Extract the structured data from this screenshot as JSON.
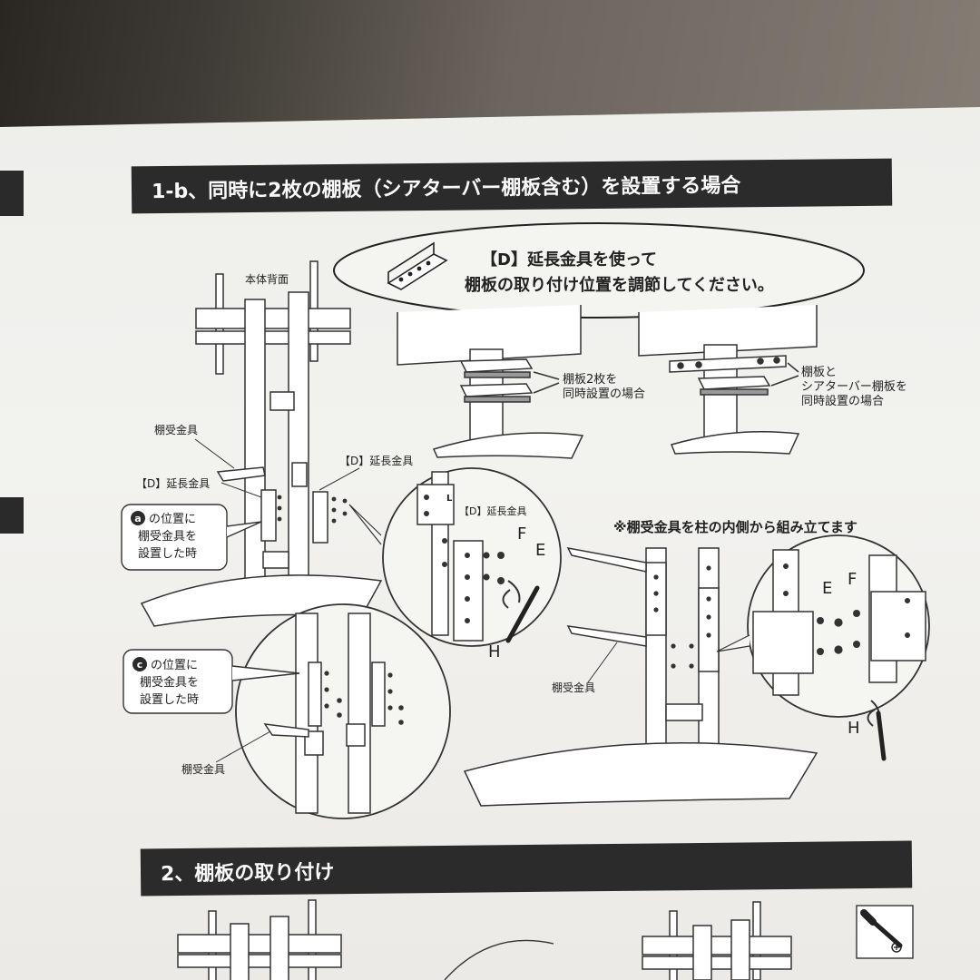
{
  "section_1b": {
    "title": "1-b、同時に2枚の棚板（シアターバー棚板含む）を設置する場合"
  },
  "callout": {
    "line1": "【D】延長金具を使って",
    "line2": "棚板の取り付け位置を調節してください。"
  },
  "labels": {
    "body_back": "本体背面",
    "shelf_bracket": "棚受金具",
    "extension_d": "【D】延長金具",
    "pos_a_marker": "a",
    "pos_a_line1": "の位置に",
    "pos_a_line2": "棚受金具を",
    "pos_a_line3": "設置した時",
    "pos_c_marker": "c",
    "pos_c_line1": "の位置に",
    "pos_c_line2": "棚受金具を",
    "pos_c_line3": "設置した時",
    "two_shelves_line1": "棚板2枚を",
    "two_shelves_line2": "同時設置の場合",
    "theater_line1": "棚板と",
    "theater_line2": "シアターバー棚板を",
    "theater_line3": "同時設置の場合",
    "inner_note": "※棚受金具を柱の内側から組み立てます",
    "part_f": "F",
    "part_e": "E",
    "part_h": "H",
    "part_l": "L"
  },
  "section_2": {
    "title": "2、棚板の取り付け"
  }
}
